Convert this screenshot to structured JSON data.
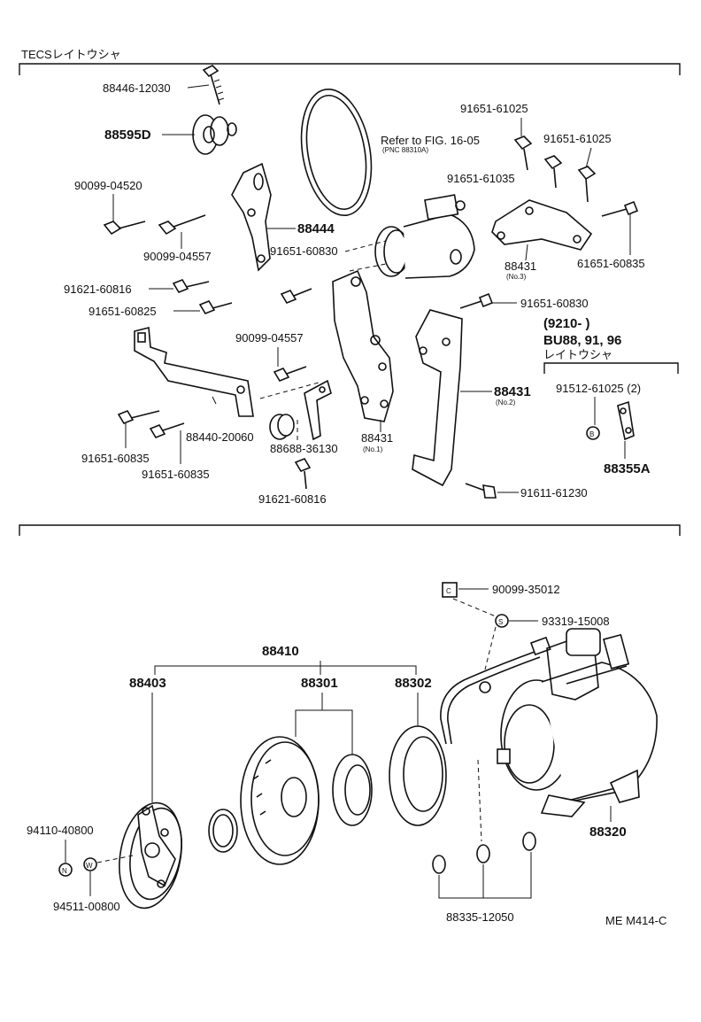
{
  "header": {
    "section_title": "TECSレイトウシャ",
    "figure_code": "ME M414-C"
  },
  "callouts": {
    "p88446_12030": "88446-12030",
    "p88595D": "88595D",
    "p90099_04520": "90099-04520",
    "p90099_04557_a": "90099-04557",
    "p88444": "88444",
    "refer_fig": "Refer to FIG. 16-05",
    "refer_pnc": "(PNC 88310A)",
    "p91651_61025_a": "91651-61025",
    "p91651_61025_b": "91651-61025",
    "p91651_61035": "91651-61035",
    "p91651_60830_a": "91651-60830",
    "p88431_no3": "88431",
    "no3": "(No.3)",
    "p61651_60835": "61651-60835",
    "p91621_60816_a": "91621-60816",
    "p91651_60825": "91651-60825",
    "p91651_60830_b": "91651-60830",
    "note_range": "(9210-          )",
    "note_models": "BU88, 91, 96",
    "note_tecs": "レイトウシャ",
    "p90099_04557_b": "90099-04557",
    "p88431_no2": "88431",
    "no2": "(No.2)",
    "p91512_61025": "91512-61025 (2)",
    "mark_b": "B",
    "p88355A": "88355A",
    "p91651_60835_a": "91651-60835",
    "p88440_20060": "88440-20060",
    "p88688_36130": "88688-36130",
    "p88431_no1": "88431",
    "no1": "(No.1)",
    "p91651_60835_b": "91651-60835",
    "p91621_60816_b": "91621-60816",
    "p91611_61230": "91611-61230",
    "p90099_35012": "90099-35012",
    "p93319_15008": "93319-15008",
    "mark_s": "S",
    "mark_c": "C",
    "p88410": "88410",
    "p88403": "88403",
    "p88301": "88301",
    "p88302": "88302",
    "p88320": "88320",
    "p94110_40800": "94110-40800",
    "mark_n": "N",
    "mark_w": "W",
    "p94511_00800": "94511-00800",
    "p88335_12050": "88335-12050"
  }
}
